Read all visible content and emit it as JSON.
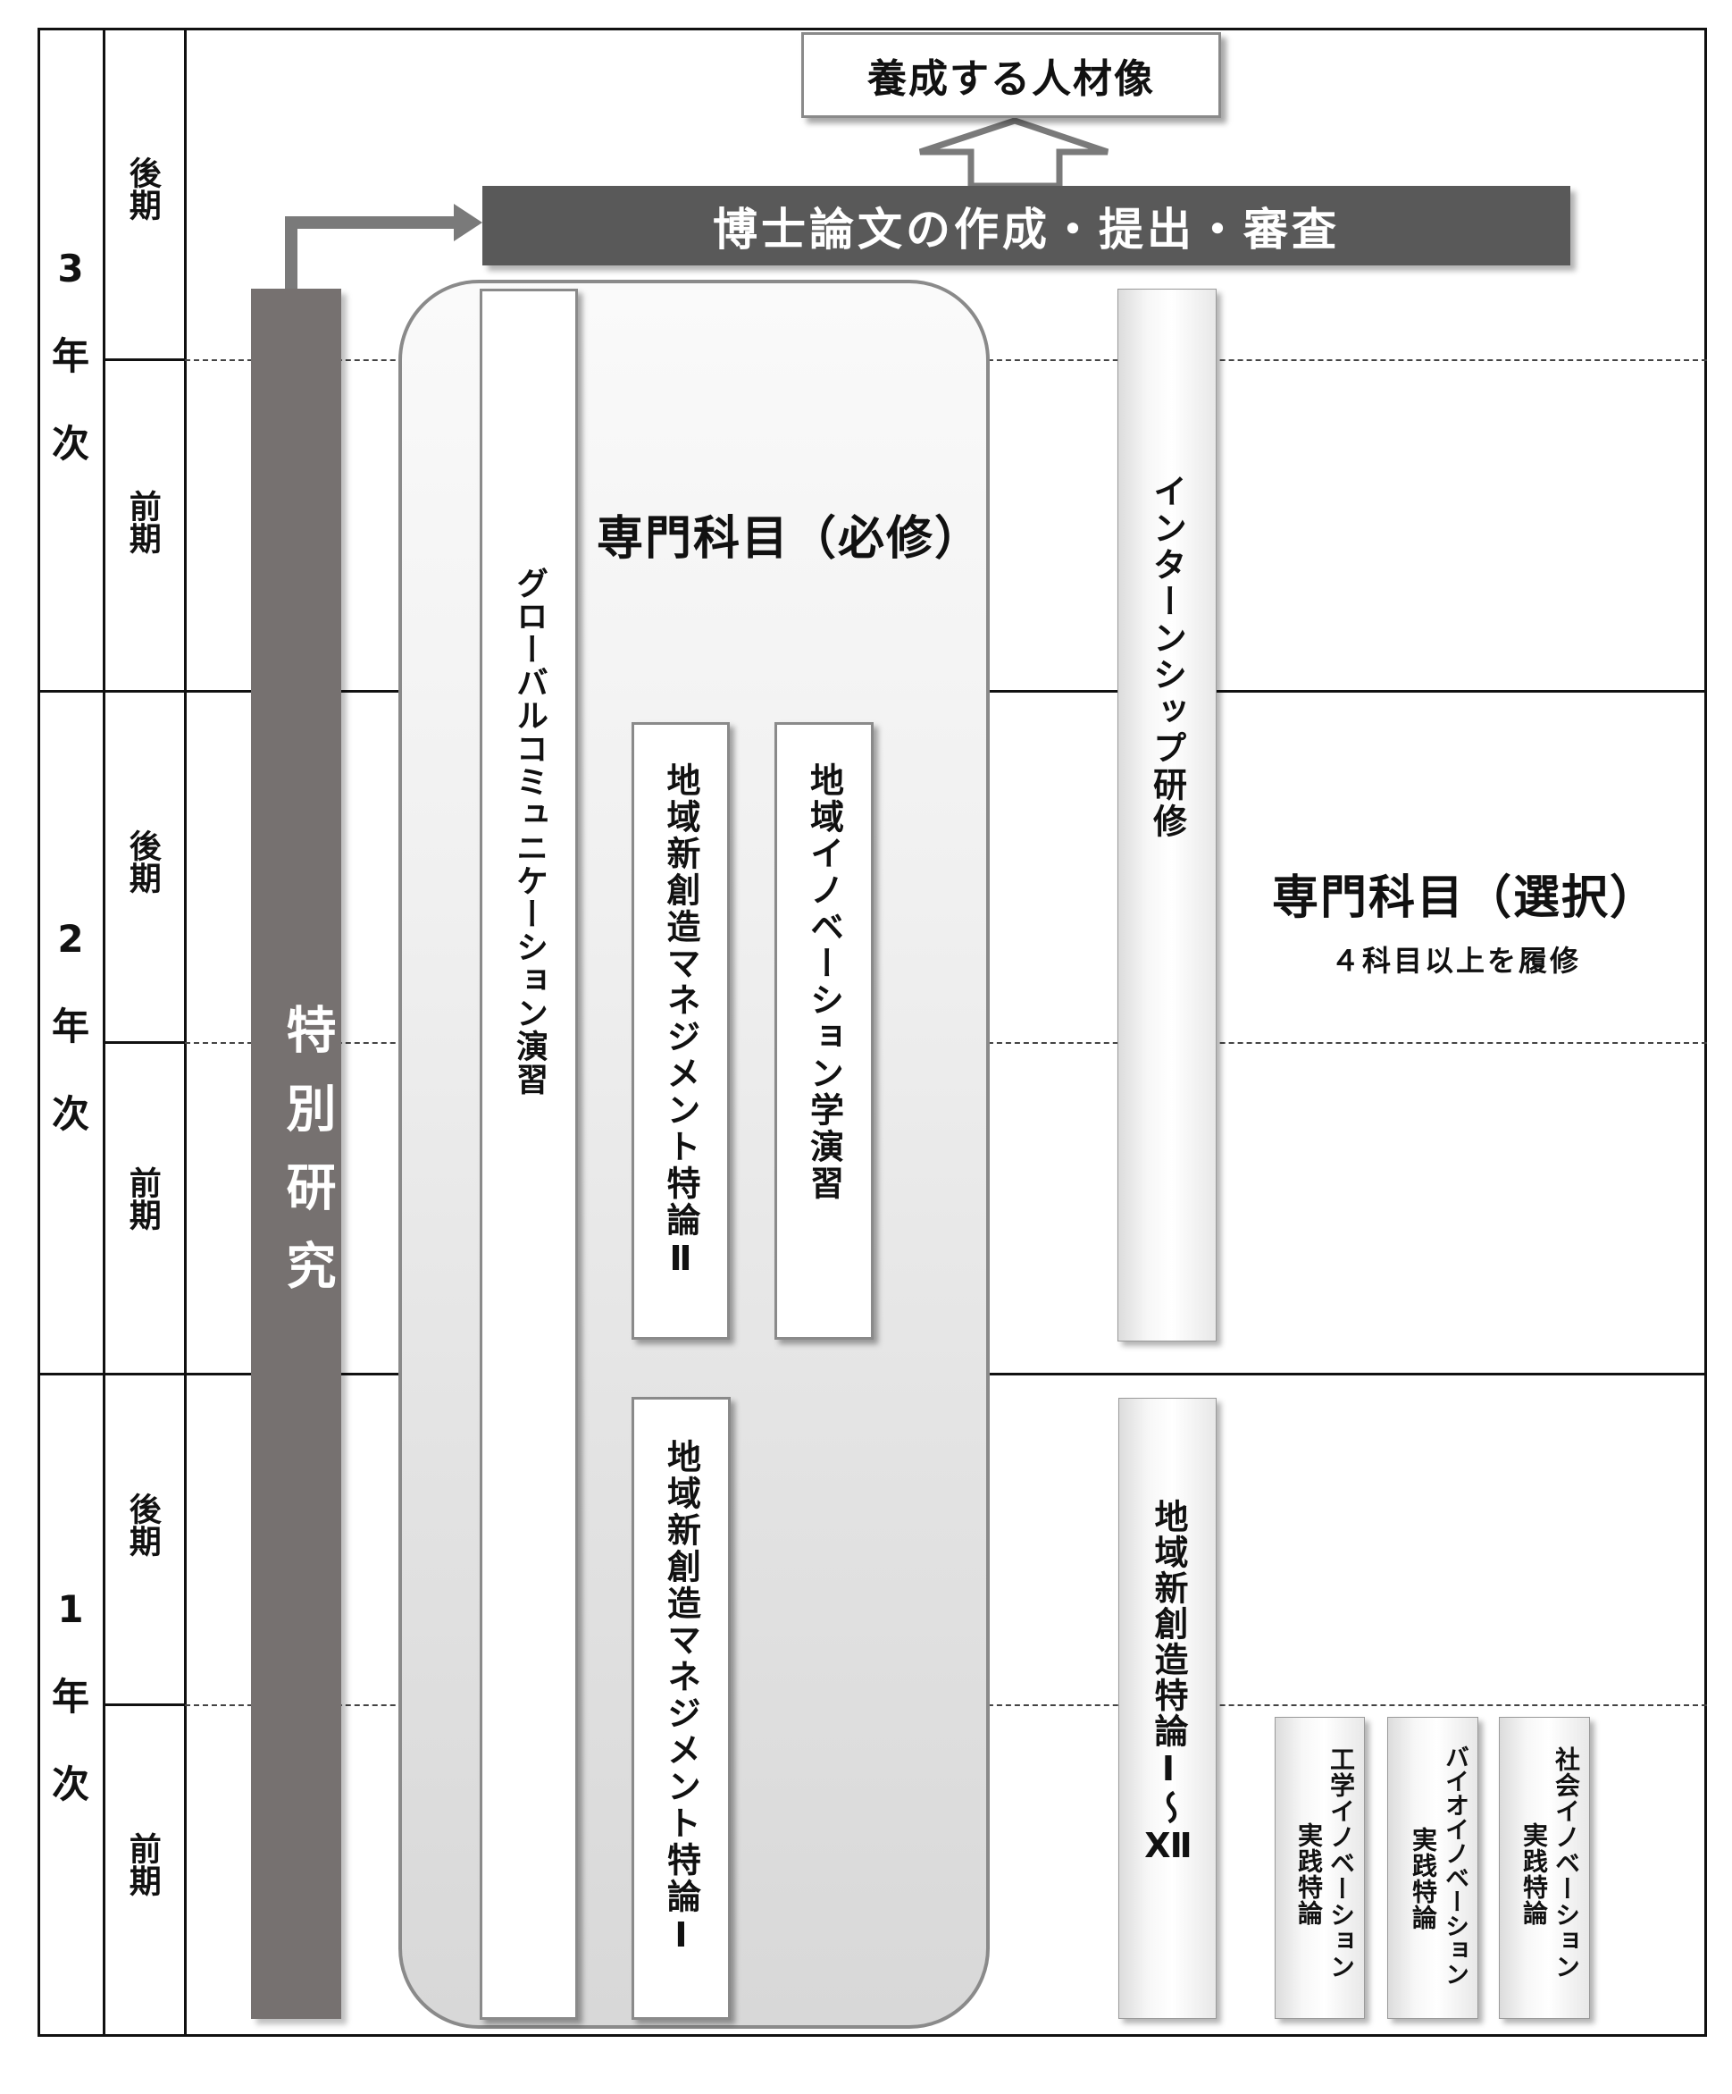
{
  "years": [
    {
      "number": "3",
      "label_chars": [
        "年",
        "次"
      ],
      "semesters": [
        "後期",
        "前期"
      ]
    },
    {
      "number": "2",
      "label_chars": [
        "年",
        "次"
      ],
      "semesters": [
        "後期",
        "前期"
      ]
    },
    {
      "number": "1",
      "label_chars": [
        "年",
        "次"
      ],
      "semesters": [
        "後期",
        "前期"
      ]
    }
  ],
  "goal": {
    "label": "養成する人材像"
  },
  "thesis": {
    "label": "博士論文の作成・提出・審査"
  },
  "special_research": {
    "label": "特別研究"
  },
  "required": {
    "title": "専門科目（必修）",
    "courses": {
      "global_comm": "グローバルコミュニケーション演習",
      "mgmt_2": "地域新創造マネジメント特論Ⅱ",
      "innovation_seminar": "地域イノベーション学演習",
      "mgmt_1": "地域新創造マネジメント特論Ⅰ"
    }
  },
  "internship": {
    "label": "インターンシップ研修"
  },
  "elective": {
    "title": "専門科目（選択）",
    "note": "４科目以上を履修",
    "courses": {
      "regional_series": "地域新創造特論Ⅰ〜Ⅻ",
      "eng_line1": "工学イノベーション",
      "eng_line2": "実践特論",
      "bio_line1": "バイオイノベーション",
      "bio_line2": "実践特論",
      "soc_line1": "社会イノベーション",
      "soc_line2": "実践特論"
    }
  },
  "colors": {
    "special_research_bar": "#767170",
    "thesis_bar": "#595959",
    "arrow": "#7a7a7a",
    "border": "#111111"
  }
}
